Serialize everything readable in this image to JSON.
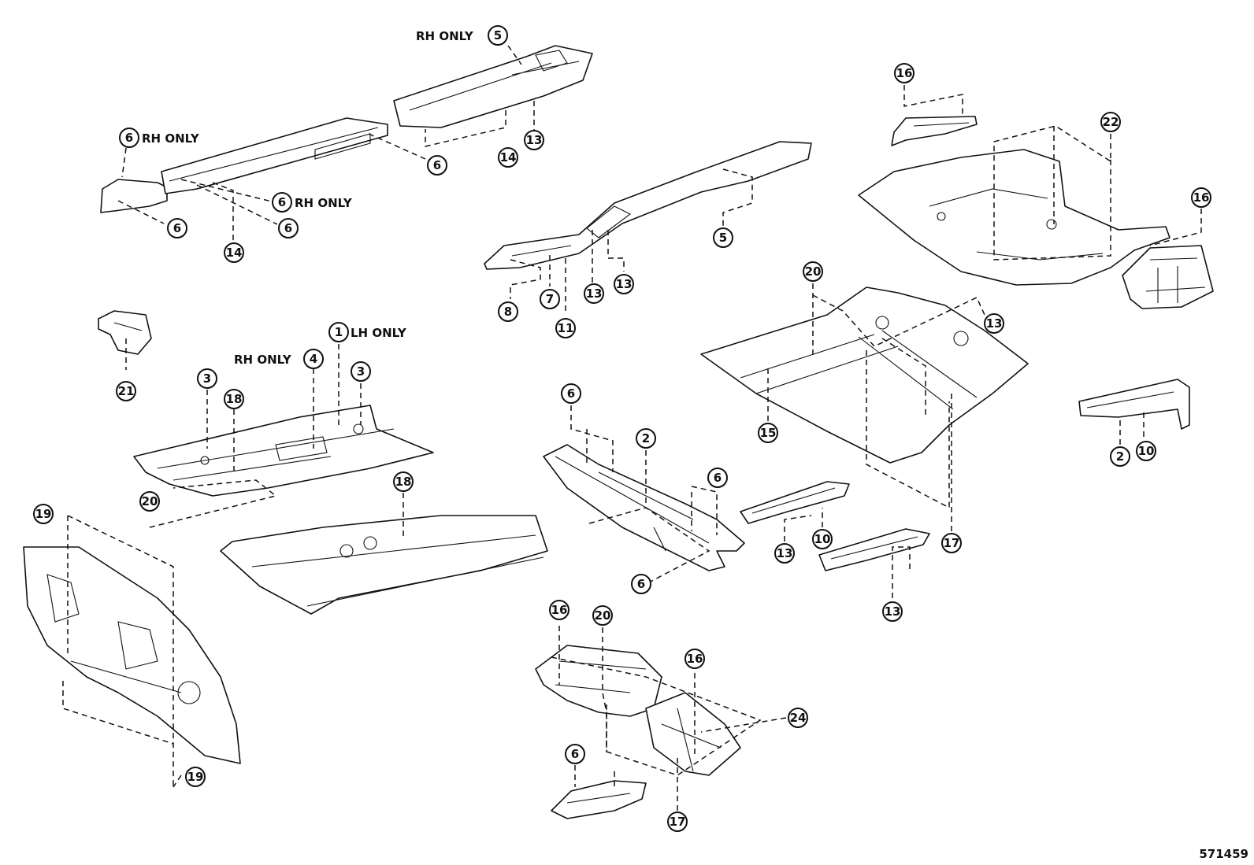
{
  "illustration_number": "571459",
  "notes": {
    "rh_only": "RH ONLY",
    "lh_only": "LH ONLY"
  },
  "callouts": {
    "c1": "1",
    "c2": "2",
    "c3": "3",
    "c4": "4",
    "c5": "5",
    "c6": "6",
    "c7": "7",
    "c8": "8",
    "c10": "10",
    "c11": "11",
    "c13": "13",
    "c14": "14",
    "c15": "15",
    "c16": "16",
    "c17": "17",
    "c18": "18",
    "c19": "19",
    "c20": "20",
    "c21": "21",
    "c22": "22",
    "c24": "24"
  }
}
